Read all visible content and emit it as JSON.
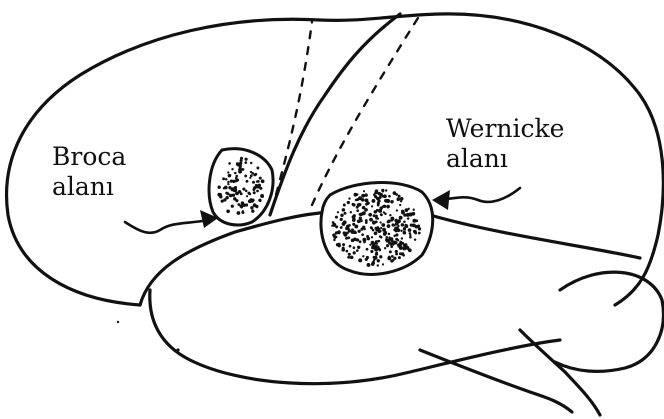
{
  "labels": {
    "broca": {
      "line1": "Broca",
      "line2": "alanı"
    },
    "wernicke": {
      "line1": "Wernicke",
      "line2": "alanı"
    }
  },
  "colors": {
    "ink": "#111111",
    "background": "#ffffff"
  },
  "icons": {
    "broca_arrow": "arrow-right-icon",
    "wernicke_arrow": "arrow-left-icon"
  }
}
